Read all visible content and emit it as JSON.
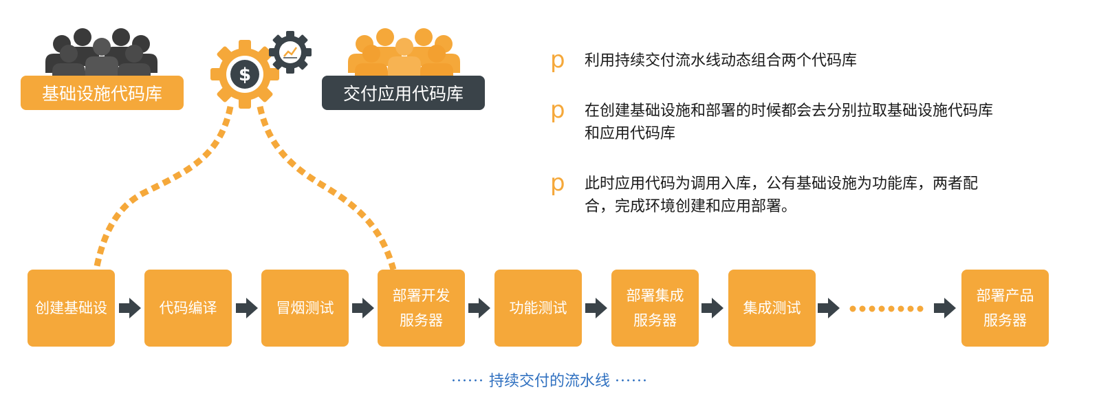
{
  "repos": {
    "infra_label": "基础设施代码库",
    "app_label": "交付应用代码库"
  },
  "bullets": [
    {
      "marker": "p",
      "text": "利用持续交付流水线动态组合两个代码库"
    },
    {
      "marker": "p",
      "text": "在创建基础设施和部署的时候都会去分别拉取基础设施代码库和应用代码库"
    },
    {
      "marker": "p",
      "text": "此时应用代码为调用入库，公有基础设施为功能库，两者配合，完成环境创建和应用部署。"
    }
  ],
  "pipeline": {
    "stages": [
      "创建基础设",
      "代码编译",
      "冒烟测试",
      "部署开发\n服务器",
      "功能测试",
      "部署集成\n服务器",
      "集成测试",
      "部署产品\n服务器"
    ],
    "caption": "持续交付的流水线"
  },
  "icons": [
    "people-group-icon",
    "dollar-gear-icon",
    "chart-gear-icon",
    "arrow-right-icon"
  ],
  "colors": {
    "accent": "#F5A83A",
    "dark": "#3A4349",
    "people_dark": "#3a3a3a",
    "caption": "#2F70C0"
  }
}
